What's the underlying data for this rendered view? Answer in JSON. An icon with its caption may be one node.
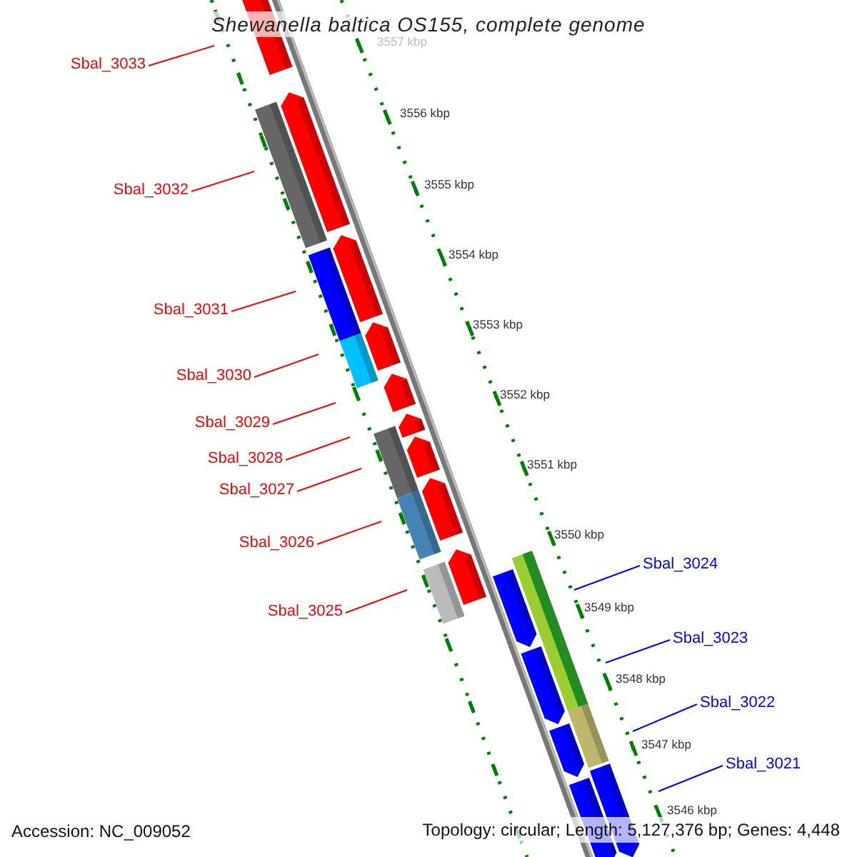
{
  "diagram": {
    "title": "Shewanella baltica OS155, complete genome",
    "nodes": [
      {
        "text": [
          "Sbal_3033"
        ]
      },
      {
        "text": [
          "Sbal_3032"
        ]
      },
      {
        "text": [
          "Sbal_3031"
        ]
      },
      {
        "text": [
          "Sbal_3030"
        ]
      },
      {
        "text": [
          "Sbal_3029"
        ]
      },
      {
        "text": [
          "Sbal_3028"
        ]
      },
      {
        "text": [
          "Sbal_3027"
        ]
      },
      {
        "text": [
          "Sbal_3026"
        ]
      },
      {
        "text": [
          "Sbal_3025"
        ]
      },
      {
        "text": [
          "Sbal_3024"
        ]
      },
      {
        "text": [
          "Sbal_3023"
        ]
      },
      {
        "text": [
          "Sbal_3022"
        ]
      },
      {
        "text": [
          "Sbal_3021"
        ]
      }
    ],
    "edges": [
      {
        "from": 0,
        "to": null,
        "arrow": "none"
      },
      {
        "from": 1,
        "to": null,
        "arrow": "none"
      },
      {
        "from": 2,
        "to": null,
        "arrow": "none"
      },
      {
        "from": 3,
        "to": null,
        "arrow": "none"
      },
      {
        "from": 4,
        "to": null,
        "arrow": "none"
      },
      {
        "from": 5,
        "to": null,
        "arrow": "none"
      },
      {
        "from": 6,
        "to": null,
        "arrow": "none"
      },
      {
        "from": 7,
        "to": null,
        "arrow": "none"
      },
      {
        "from": 8,
        "to": null,
        "arrow": "none"
      },
      {
        "from": 9,
        "to": null,
        "arrow": "none",
        "color": "#0000ff"
      },
      {
        "from": 10,
        "to": null,
        "arrow": "none",
        "color": "#0000ff"
      },
      {
        "from": 11,
        "to": null,
        "arrow": "none",
        "color": "#0000ff"
      },
      {
        "from": 12,
        "to": null,
        "arrow": "none",
        "color": "#0000ff"
      }
    ],
    "labels": [
      "3557 kbp",
      "3556 kbp",
      "3555 kbp",
      "3554 kbp",
      "3553 kbp",
      "3552 kbp",
      "3551 kbp",
      "3550 kbp",
      "3549 kbp",
      "3548 kbp",
      "3547 kbp",
      "3546 kbp",
      "Accession: NC_009052",
      "Topology: circular; Length: 5,127,376 bp; Genes: 4,448"
    ]
  }
}
